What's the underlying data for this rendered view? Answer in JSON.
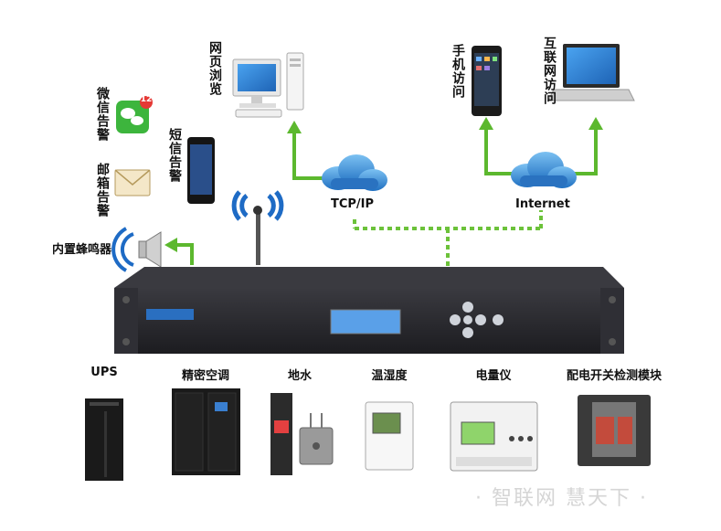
{
  "top_labels": {
    "web_browse": "网页浏览",
    "mobile_access": "手机访问",
    "internet_access": "互联网访问",
    "wechat_alarm": "微信告警",
    "email_alarm": "邮箱告警",
    "sms_alarm": "短信告警",
    "buzzer": "内置蜂鸣器"
  },
  "network": {
    "tcpip": "TCP/IP",
    "internet": "Internet"
  },
  "wechat_badge": "12",
  "devices": [
    {
      "label": "UPS"
    },
    {
      "label": "精密空调"
    },
    {
      "label": "地水"
    },
    {
      "label": "温湿度"
    },
    {
      "label": "电量仪"
    },
    {
      "label": "配电开关检测模块"
    }
  ],
  "watermark": "· 智联网 慧天下 ·",
  "colors": {
    "link_green": "#5cb82e",
    "chassis": "#26262b",
    "lcd": "#3d8fe0",
    "cloud": "#2f7fcf"
  }
}
